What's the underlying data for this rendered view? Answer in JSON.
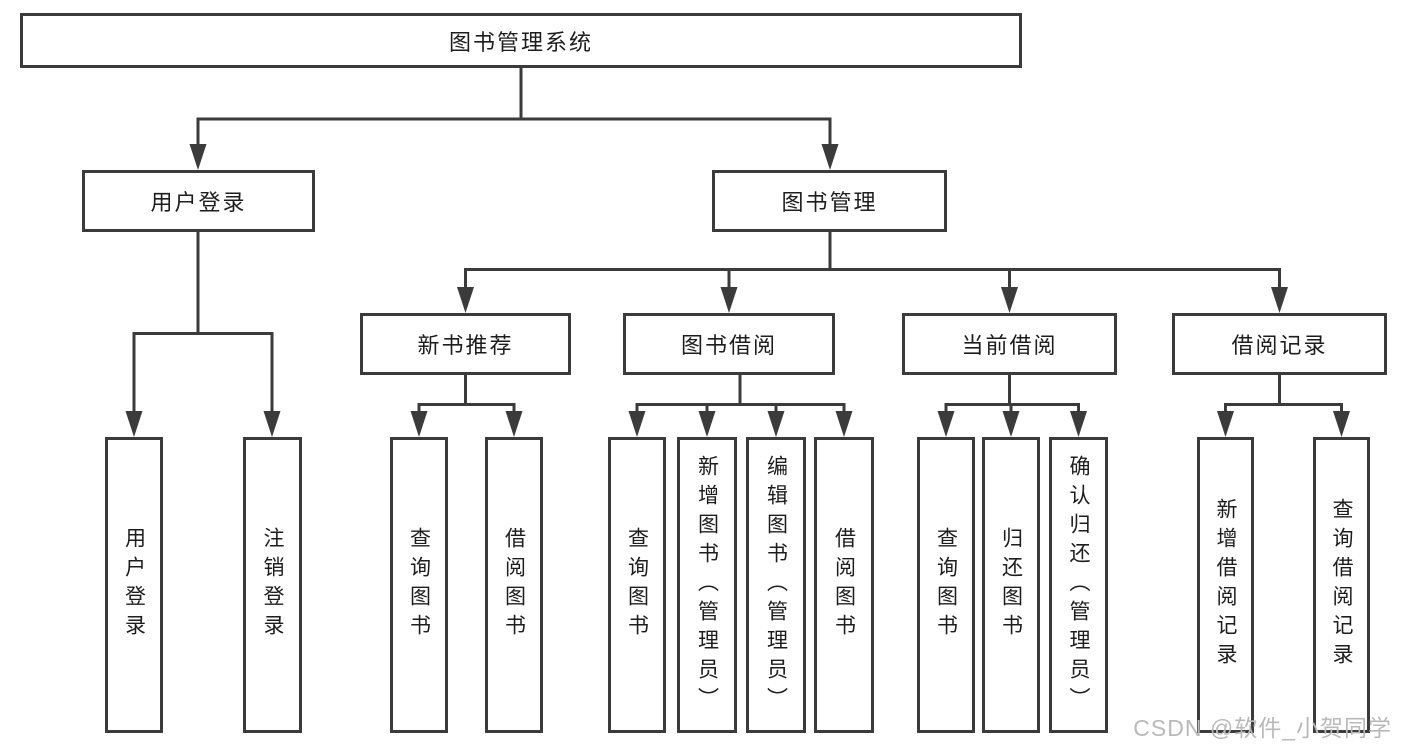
{
  "tree": {
    "root": {
      "label": "图书管理系统"
    },
    "branches": [
      {
        "label": "用户登录",
        "children": [
          {
            "label": "用户登录"
          },
          {
            "label": "注销登录"
          }
        ]
      },
      {
        "label": "图书管理",
        "children": [
          {
            "label": "新书推荐",
            "children": [
              {
                "label": "查询图书"
              },
              {
                "label": "借阅图书"
              }
            ]
          },
          {
            "label": "图书借阅",
            "children": [
              {
                "label": "查询图书"
              },
              {
                "label": "新增图书（管理员）"
              },
              {
                "label": "编辑图书（管理员）"
              },
              {
                "label": "借阅图书"
              }
            ]
          },
          {
            "label": "当前借阅",
            "children": [
              {
                "label": "查询图书"
              },
              {
                "label": "归还图书"
              },
              {
                "label": "确认归还（管理员）"
              }
            ]
          },
          {
            "label": "借阅记录",
            "children": [
              {
                "label": "新增借阅记录"
              },
              {
                "label": "查询借阅记录"
              }
            ]
          }
        ]
      }
    ]
  },
  "watermark": "CSDN @软件_小贺同学",
  "colors": {
    "line": "#3b3b3b",
    "text": "#1d1d1d",
    "box_background": "#ffffff",
    "watermark": "#b9b9b9"
  }
}
